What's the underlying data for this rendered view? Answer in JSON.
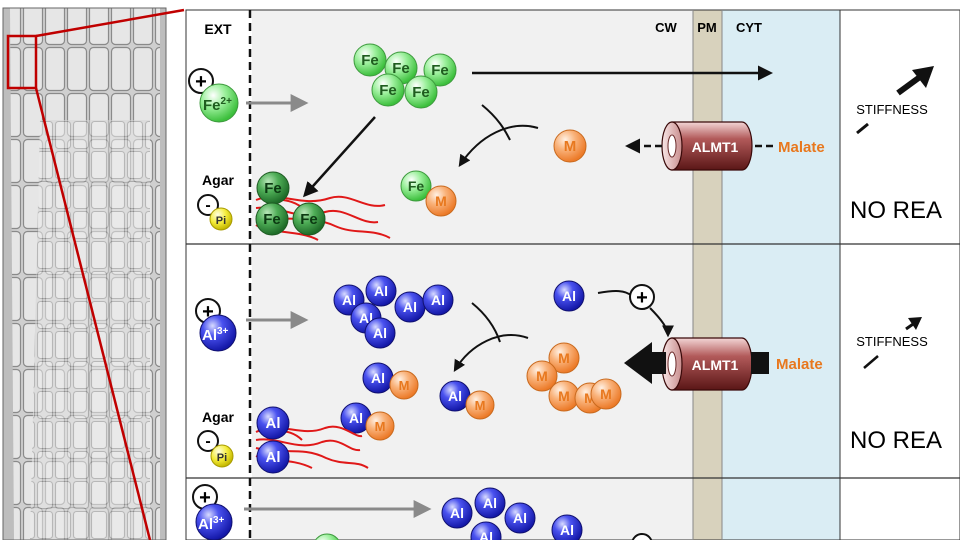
{
  "labels": {
    "ext": "EXT",
    "cw": "CW",
    "pm": "PM",
    "cyt": "CYT",
    "agar": "Agar",
    "plus": "+",
    "minus": "-",
    "pi": "Pi",
    "fe": "Fe",
    "fe_ion": "Fe",
    "fe_charge": "2+",
    "al": "Al",
    "al_ion": "Al",
    "al_charge": "3+",
    "malate_abbrev": "M",
    "transporter": "ALMT1",
    "malate": "Malate",
    "stiffness": "STIFFNESS",
    "no_rea": "NO REA"
  },
  "colors": {
    "fe_fill": "#7be27b",
    "fe_dark": "#2e8b3a",
    "al_fill": "#3f48e0",
    "malate_fill": "#f59a4a",
    "root_hair": "#e01818",
    "cw_band": "#d8d2bd",
    "cyt_band": "#daedf4",
    "panel_bg": "#f1f1f1",
    "highlight": "#c00000",
    "pi_fill": "#f2ea2a"
  }
}
